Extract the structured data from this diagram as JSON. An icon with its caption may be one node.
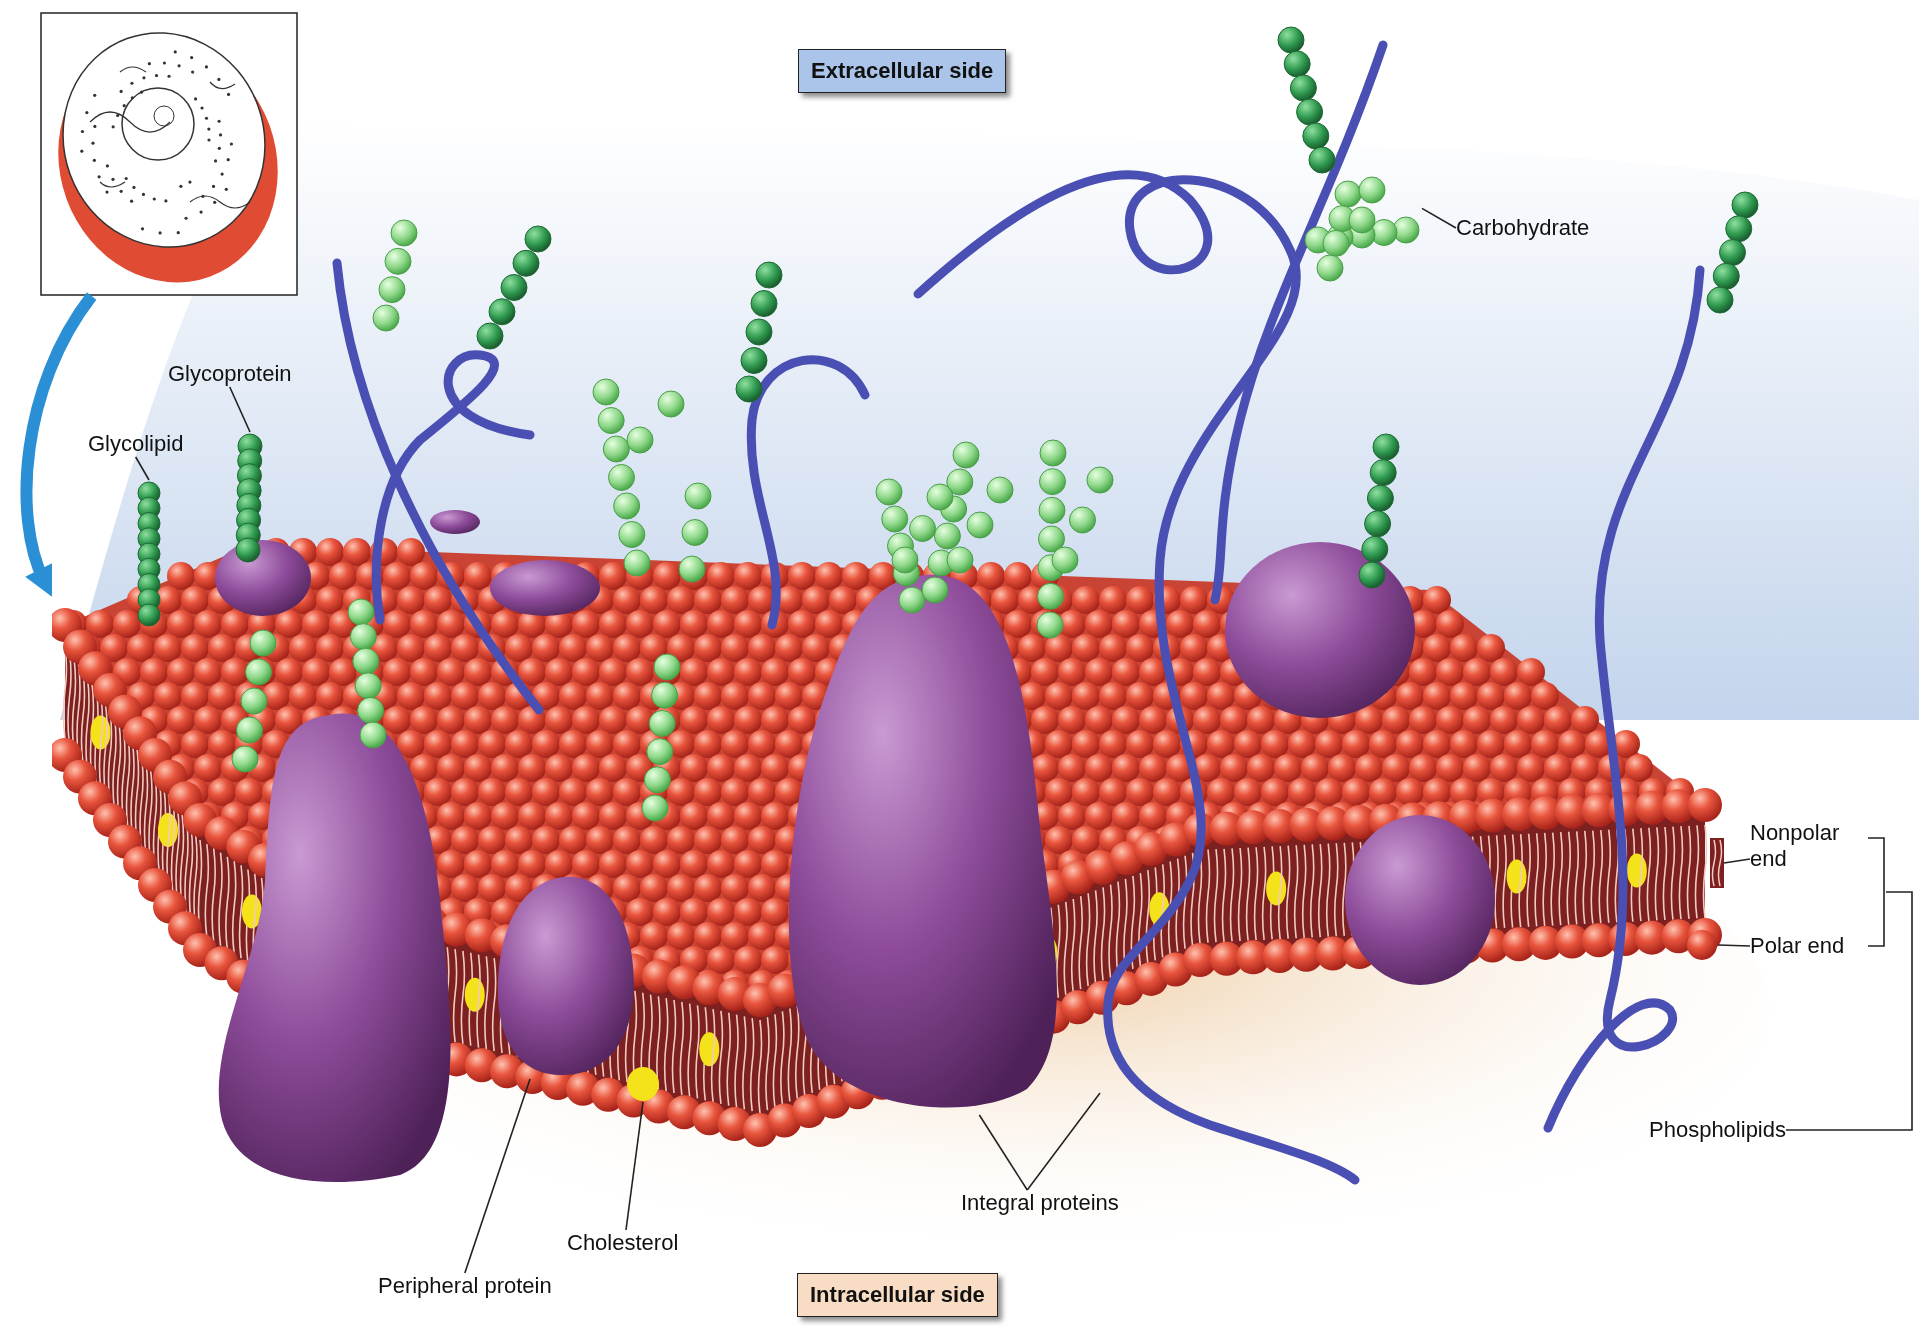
{
  "diagram": {
    "nodes": [
      {
        "text": [
          "Extracellular side"
        ]
      },
      {
        "text": [
          "Intracellular side"
        ]
      },
      {
        "text": [
          "Glycoprotein"
        ]
      },
      {
        "text": [
          "Glycolipid"
        ]
      },
      {
        "text": [
          "Carbohydrate"
        ]
      },
      {
        "text": [
          "Nonpolar end"
        ]
      },
      {
        "text": [
          "Polar end"
        ]
      },
      {
        "text": [
          "Phospholipids"
        ]
      },
      {
        "text": [
          "Integral proteins"
        ]
      },
      {
        "text": [
          "Cholesterol"
        ]
      },
      {
        "text": [
          "Peripheral protein"
        ]
      },
      {
        "text": [],
        "shape": "picture"
      },
      {
        "text": [],
        "shape": "picture"
      },
      {
        "text": [],
        "shape": "picture"
      },
      {
        "text": [],
        "shape": "picture"
      },
      {
        "text": [],
        "shape": "picture"
      },
      {
        "text": [],
        "shape": "picture"
      },
      {
        "text": [],
        "shape": "circle",
        "in": 11
      },
      {
        "text": [],
        "shape": "picture",
        "in": 11
      },
      {
        "text": [],
        "shape": "picture"
      },
      {
        "text": [],
        "shape": "circle",
        "in": 11
      },
      {
        "text": [],
        "shape": "picture",
        "in": 11
      }
    ],
    "edges": [
      {
        "from": 12,
        "to": 11,
        "arrow": "to",
        "style": "thick",
        "color": "#2b8fd6"
      },
      {
        "from": 2,
        "to": 13,
        "arrow": "none"
      },
      {
        "from": 3,
        "to": 14,
        "arrow": "none"
      },
      {
        "from": 4,
        "to": 15,
        "arrow": "none"
      },
      {
        "from": 5,
        "to": 16,
        "arrow": "none"
      },
      {
        "from": 6,
        "to": 17,
        "arrow": "none"
      },
      {
        "from": 8,
        "to": 18,
        "arrow": "none"
      },
      {
        "from": 8,
        "to": 19,
        "arrow": "none"
      },
      {
        "from": 9,
        "to": 20,
        "arrow": "none"
      },
      {
        "from": 10,
        "to": 21,
        "arrow": "none"
      },
      {
        "from": 7,
        "to": null,
        "arrow": "none"
      }
    ]
  }
}
